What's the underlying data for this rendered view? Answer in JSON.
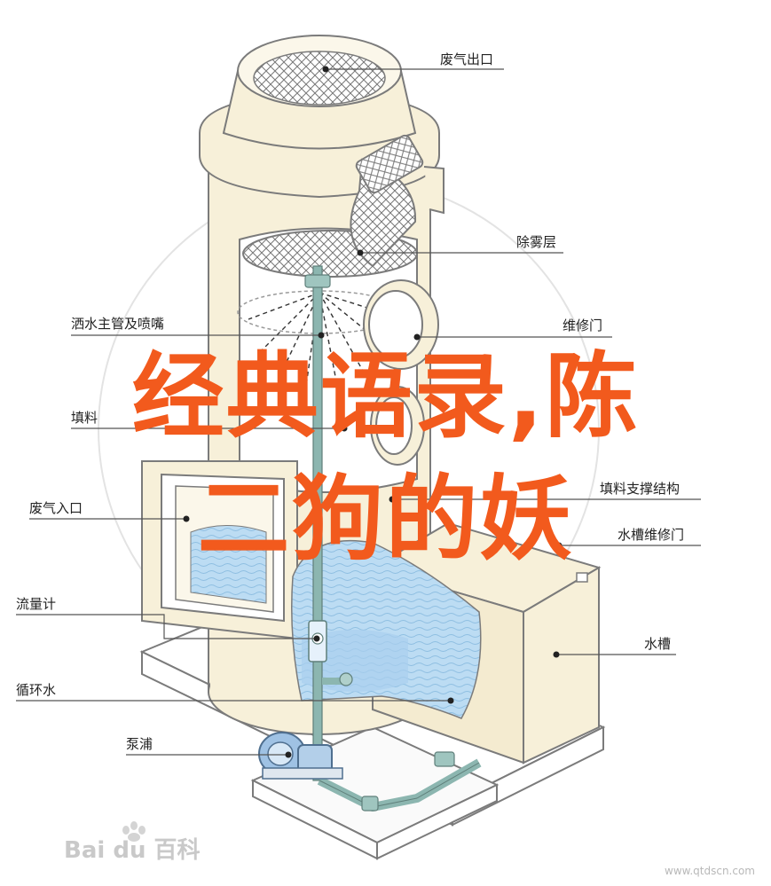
{
  "labels": {
    "exhaust_outlet": "废气出口",
    "mist_layer": "除雾层",
    "spray_pipe": "洒水主管及喷嘴",
    "service_door": "维修门",
    "packing": "填料",
    "packing_support": "填料支撑结构",
    "exhaust_inlet": "废气入口",
    "tank_service_door": "水槽维修门",
    "flowmeter": "流量计",
    "water_tank": "水槽",
    "circulating_water": "循环水",
    "pump": "泵浦"
  },
  "overlay": {
    "line1": "经典语录,陈",
    "line2": "二狗的妖"
  },
  "watermark": {
    "logo": "Bai du 百科",
    "url": "www.qtdscn.com"
  },
  "colors": {
    "cream": "#f7f0d9",
    "outline": "#7b7b7b",
    "water": "#b9daf2",
    "pipe": "#8cb6b0",
    "overlay_text": "#f25a1d"
  },
  "icons": [
    "callout-dot-icon",
    "paw-logo-icon"
  ]
}
